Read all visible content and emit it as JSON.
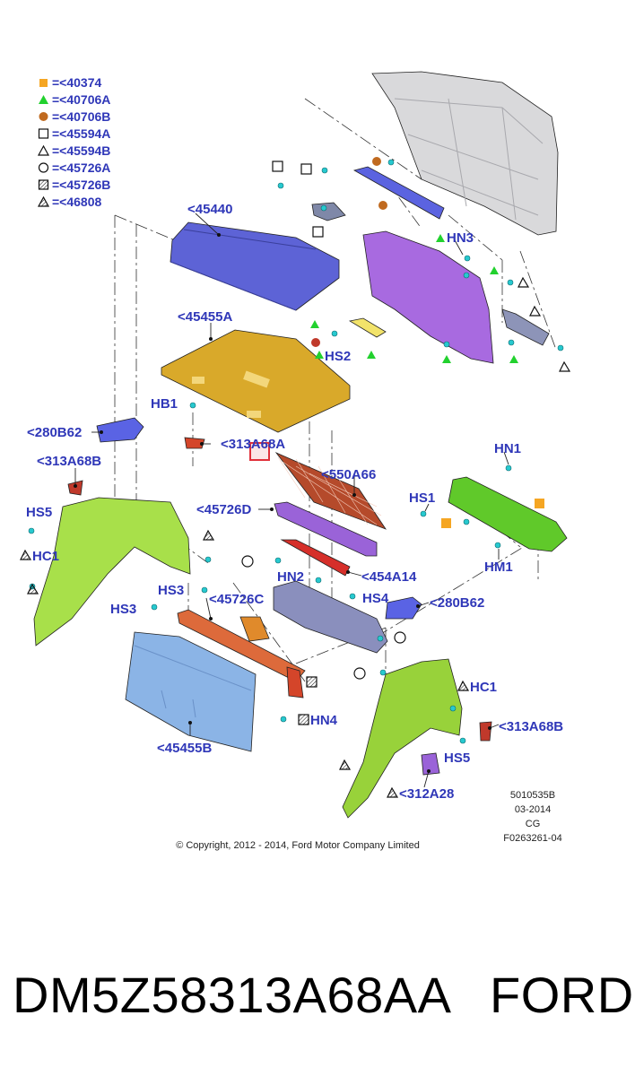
{
  "legend": [
    {
      "symbol": "filled-square",
      "color": "#f5a623",
      "text": "=<40374"
    },
    {
      "symbol": "filled-triangle",
      "color": "#22d12e",
      "text": "=<40706A"
    },
    {
      "symbol": "filled-circle",
      "color": "#c06a1f",
      "text": "=<40706B"
    },
    {
      "symbol": "open-square",
      "text": "=<45594A"
    },
    {
      "symbol": "open-triangle",
      "text": "=<45594B"
    },
    {
      "symbol": "open-circle",
      "text": "=<45726A"
    },
    {
      "symbol": "hatched-square",
      "text": "=<45726B"
    },
    {
      "symbol": "hatched-triangle",
      "text": "=<46808"
    }
  ],
  "labels": {
    "l45440": "<45440",
    "l45455a": "<45455A",
    "hn3": "HN3",
    "hs2": "HS2",
    "hb1": "HB1",
    "l280b62_left": "<280B62",
    "l313a68a": "<313A68A",
    "l313a68b_left": "<313A68B",
    "hs5_left": "HS5",
    "hc1_left": "HC1",
    "l550a66": "<550A66",
    "l45726d": "<45726D",
    "hn1": "HN1",
    "hs1": "HS1",
    "hm1": "HM1",
    "hn2": "HN2",
    "l454a14": "<454A14",
    "hs3_a": "HS3",
    "l45726c": "<45726C",
    "hs4": "HS4",
    "l280b62_right": "<280B62",
    "hs3_b": "HS3",
    "hc1_right": "HC1",
    "l313a68b_right": "<313A68B",
    "hn4": "HN4",
    "hs5_right": "HS5",
    "l45455b": "<45455B",
    "l312a28": "<312A28"
  },
  "meta": {
    "code1": "5010535B",
    "date": "03-2014",
    "code2": "CG",
    "code3": "F0263261-04"
  },
  "copyright": "© Copyright, 2012 - 2014, Ford Motor Company Limited",
  "caption": {
    "part_number": "DM5Z58313A68AA",
    "brand": "FORD"
  },
  "colors": {
    "label": "#2f37b8",
    "highlight": "#e0303a",
    "clip": "#27c9cf"
  }
}
